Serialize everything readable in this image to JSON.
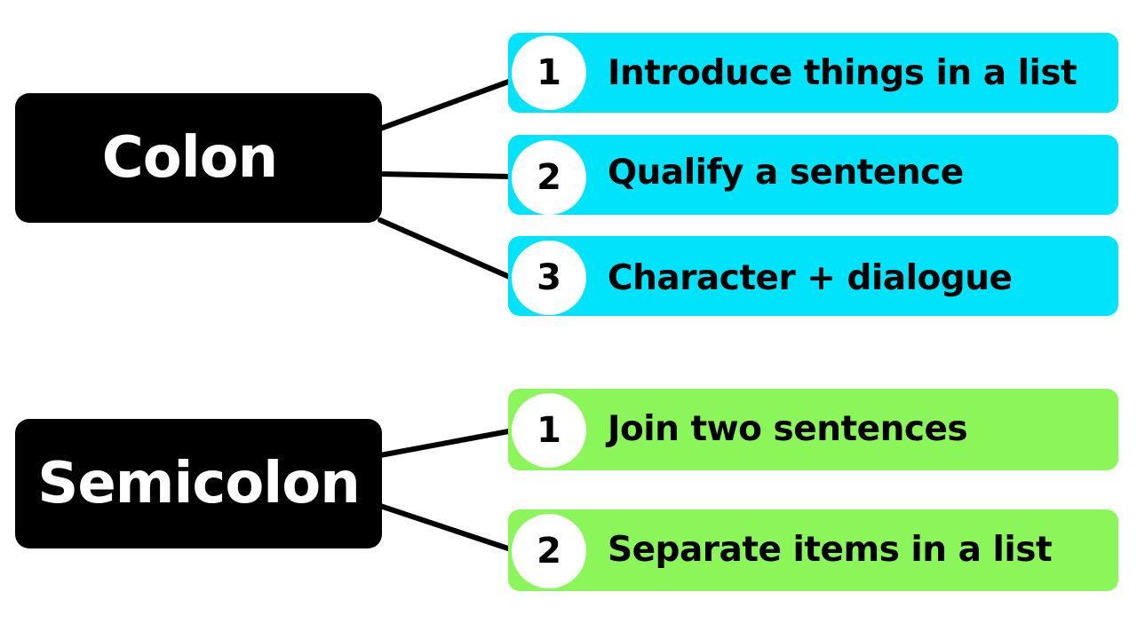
{
  "colors": {
    "root_fill": "#000000",
    "root_text": "#ffffff",
    "colon_branch": "#00e3fa",
    "semicolon_branch": "#8af65a",
    "badge_fill": "#ffffff",
    "connector": "#000000"
  },
  "colon": {
    "title": "Colon",
    "items": [
      {
        "number": "1",
        "label": "Introduce things in a list"
      },
      {
        "number": "2",
        "label": "Qualify a sentence"
      },
      {
        "number": "3",
        "label": "Character + dialogue"
      }
    ]
  },
  "semicolon": {
    "title": "Semicolon",
    "items": [
      {
        "number": "1",
        "label": "Join two sentences"
      },
      {
        "number": "2",
        "label": "Separate items in a list"
      }
    ]
  }
}
